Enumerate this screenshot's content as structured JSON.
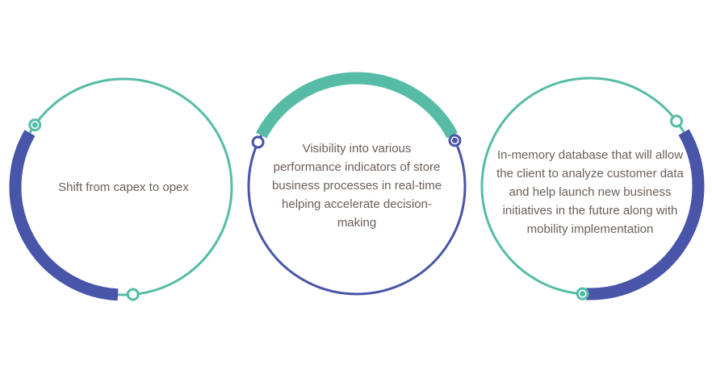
{
  "colors": {
    "teal": "#56bca6",
    "navy": "#4855a8",
    "text": "#6a5f5a"
  },
  "circles": [
    {
      "text": "Shift from capex to opex",
      "thin_color": "teal",
      "thick_color": "navy",
      "thick_arc_degrees": [
        93,
        210
      ],
      "dots": [
        {
          "angle": 215,
          "filled": true
        },
        {
          "angle": 85,
          "filled": false
        }
      ]
    },
    {
      "text": "Visibility into various performance indicators of store business processes in real-time helping accelerate decision-making",
      "thin_color": "navy",
      "thick_color": "teal",
      "thick_arc_degrees": [
        208,
        332
      ],
      "dots": [
        {
          "angle": 204,
          "filled": false
        },
        {
          "angle": 335,
          "filled": true
        }
      ]
    },
    {
      "text": "In-memory database that will allow the client to analyze customer data and help launch new business initiatives in the future along with mobility implementation",
      "thin_color": "teal",
      "thick_color": "navy",
      "thick_arc_degrees": [
        330,
        452
      ],
      "dots": [
        {
          "angle": 323,
          "filled": false
        },
        {
          "angle": 94,
          "filled": true
        }
      ]
    }
  ]
}
